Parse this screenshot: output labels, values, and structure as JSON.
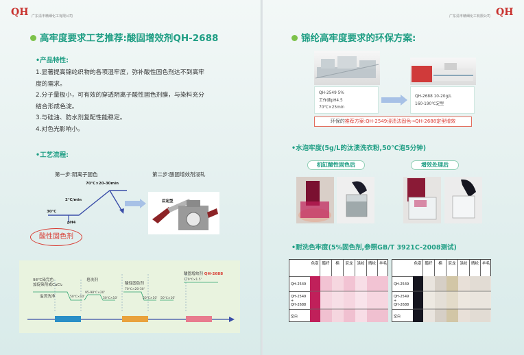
{
  "company": {
    "logo": "QH",
    "name": "广东清丰精细化工有限公司"
  },
  "left": {
    "title": "高牢度要求工艺推荐:酸固增效剂QH-2688",
    "features": {
      "heading": "•产品特性:",
      "items": [
        "1.显著提高锦纶织物的各项湿牢度，弥补酸性固色剂达不到高牢",
        "度的需求。",
        "2.分子量极小，可有效的穿透阴离子酸性固色剂膜，与染料充分",
        "结合形成色淀。",
        "3.与硅油、防水剂复配性能稳定。",
        "4.对色光影响小。"
      ]
    },
    "process": {
      "heading": "•工艺流程:",
      "step1": "第一步:阴离子固色",
      "step2": "第二步:酸固增效剂浸轧",
      "temp_hold": "70℃×20-30min",
      "ramp": "2℃/min",
      "start_temp": "30℃",
      "ph": "pH4",
      "acid_agent": "酸性固色剂",
      "post_setting": "后定型"
    },
    "flow": {
      "dye": "98℃染完色",
      "additive": "加促染剂或CaCl₂",
      "overflow": "溢流洗净",
      "soap": "皂洗剂",
      "soap_cond": "95-98℃×20'",
      "acid_fix": "酸性固色剂",
      "acid_cond": "70℃×20-30'",
      "rinse1": "50℃×10'",
      "rinse2": "50℃×10'",
      "rinse3": "50℃×10'",
      "rinse4": "50℃×10'",
      "enhancer": "酸固增效剂",
      "enhancer_code": "QH-2688",
      "final": "170℃×1.5'"
    }
  },
  "right": {
    "title": "锦纶高牢度要求的环保方案:",
    "before": {
      "line1": "QH-2549   5%",
      "line2": "工作液pH4.5",
      "line3": "70℃×25min"
    },
    "after": {
      "line1": "QH-2688  10-20g/L",
      "line2": "160-190℃定型"
    },
    "eco_prefix": "环保的",
    "eco_label": "推荐方案:QH-2549浸渍法固色→QH-2688定型增效",
    "wash": {
      "heading": "•水泡牢度(5g/L的汰渍洗衣粉,50℃泡5分钟)",
      "tag1": "机缸酸性固色后",
      "tag2": "增效处理后"
    },
    "fastness": {
      "heading": "•耐洗色牢度(5%固色剂,参照GB/T 3921C-2008测试)",
      "headers": [
        "色变",
        "醋纤",
        "棉",
        "尼龙",
        "涤纶",
        "晴纶",
        "羊毛"
      ],
      "left_rows": [
        "QH-2549",
        "QH-2549\n+\nQH-2688",
        "空白"
      ],
      "right_rows": [
        "QH-2549",
        "QH-2549\n+\nQH-2688",
        "空白"
      ]
    }
  },
  "colors": {
    "accent_green": "#1f9e84",
    "accent_red": "#d8382f",
    "magenta": "#c0205a"
  }
}
